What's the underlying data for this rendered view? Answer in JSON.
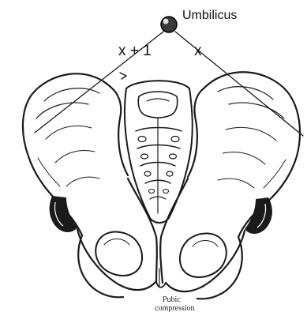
{
  "diagram": {
    "labels": {
      "umbilicus": "Umbilicus",
      "left_distance": "x + 1",
      "right_distance": "x",
      "caption_line1": "Pubic",
      "caption_line2": "compression"
    },
    "colors": {
      "ink": "#1a1a1a",
      "background": "#ffffff",
      "marker": "#3a3a3a"
    }
  }
}
